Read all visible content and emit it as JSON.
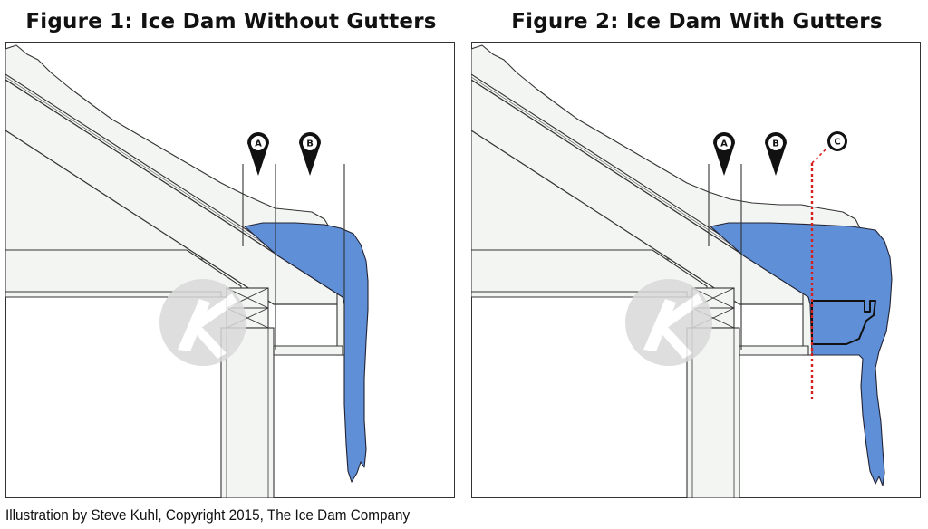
{
  "figures": [
    {
      "title": "Figure 1: Ice Dam Without Gutters",
      "markers": [
        {
          "letter": "A"
        },
        {
          "letter": "B"
        }
      ]
    },
    {
      "title": "Figure 2: Ice Dam With Gutters",
      "markers": [
        {
          "letter": "A"
        },
        {
          "letter": "B"
        },
        {
          "letter": "C"
        }
      ]
    }
  ],
  "caption": "Illustration by Steve Kuhl, Copyright 2015, The Ice Dam Company",
  "colors": {
    "ice": "#5f8fd6",
    "structure_fill": "#f3f5f3",
    "line": "#333333",
    "marker": "#111111",
    "cutline": "#d62020",
    "watermark": "#d9d9d9"
  },
  "icons": {
    "marker": "map-pin-icon",
    "watermark": "ruler-k-logo-icon"
  }
}
